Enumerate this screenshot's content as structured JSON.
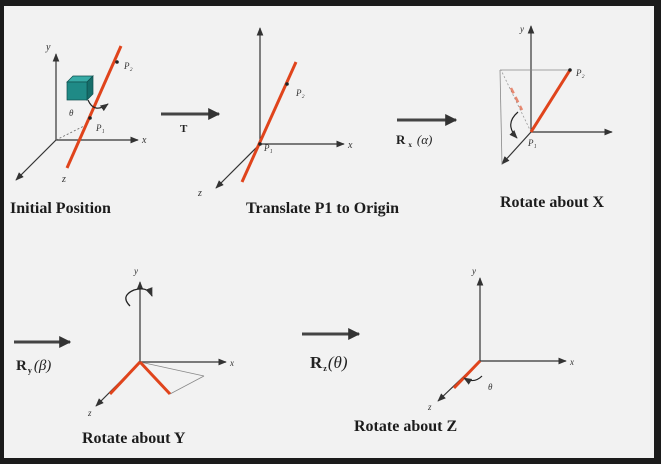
{
  "slide": {
    "step_titles": {
      "initial": "Initial Position",
      "translate": "Translate P1 to Origin",
      "rotate_x": "Rotate about X",
      "rotate_y": "Rotate about Y",
      "rotate_z": "Rotate about Z"
    },
    "operators": {
      "translate": "T",
      "rotate_x_main": "R",
      "rotate_x_sub": "x",
      "rotate_x_arg": "(α)",
      "rotate_y_main": "R",
      "rotate_y_sub": "y",
      "rotate_y_arg": "(β)",
      "rotate_z_main": "R",
      "rotate_z_sub": "z",
      "rotate_z_arg": "(θ)"
    },
    "labels": {
      "axis_x": "x",
      "axis_y": "y",
      "axis_z": "z",
      "point_1": "P₁",
      "point_2": "P₂",
      "angle_theta": "θ"
    },
    "colors": {
      "line": "#e0441c",
      "axis": "#333333",
      "cube_face": "#1f8a86",
      "cube_top": "#37aba6",
      "cube_side": "#166d6a"
    }
  }
}
